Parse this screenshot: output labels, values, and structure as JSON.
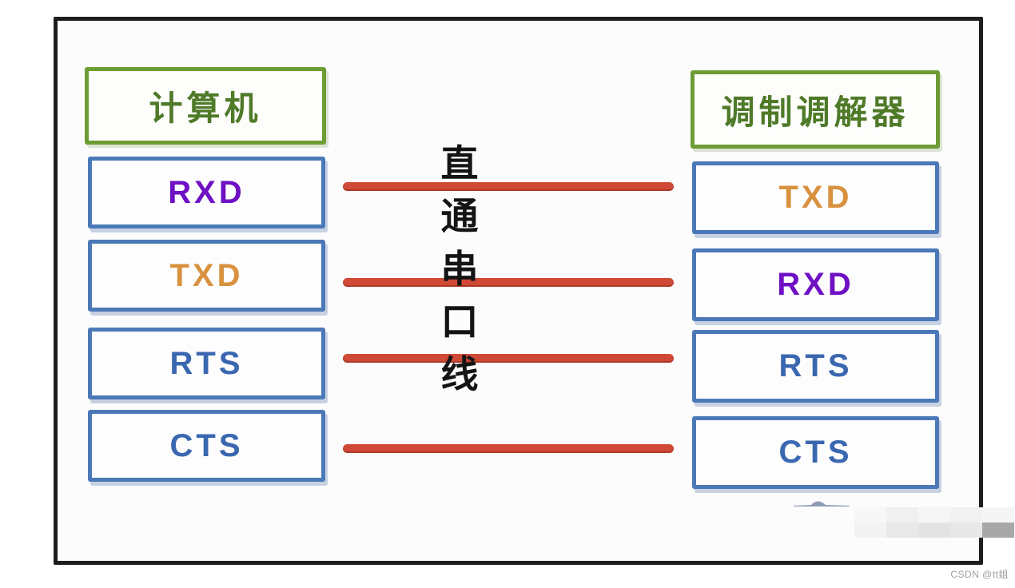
{
  "diagram": {
    "left_column": {
      "title": "计算机",
      "pins": [
        "RXD",
        "TXD",
        "RTS",
        "CTS"
      ]
    },
    "right_column": {
      "title": "调制调解器",
      "pins": [
        "TXD",
        "RXD",
        "RTS",
        "CTS"
      ]
    },
    "center_label": "直通串口线",
    "connections": [
      {
        "from": "RXD",
        "to": "TXD"
      },
      {
        "from": "TXD",
        "to": "RXD"
      },
      {
        "from": "RTS",
        "to": "RTS"
      },
      {
        "from": "CTS",
        "to": "CTS"
      }
    ]
  },
  "watermark": {
    "text": "CSDN @tt姐"
  },
  "colors": {
    "frame_border": "#1d1d1d",
    "green_border": "#6e9c34",
    "blue_border": "#4b79b7",
    "red_line": "#d04936",
    "purple_text": "#6f10c4",
    "orange_text": "#d8923f",
    "blue_text": "#3a67b0",
    "title_text": "#4f7a28",
    "center_text": "#141414",
    "watermark_text": "#9e9e9e"
  }
}
